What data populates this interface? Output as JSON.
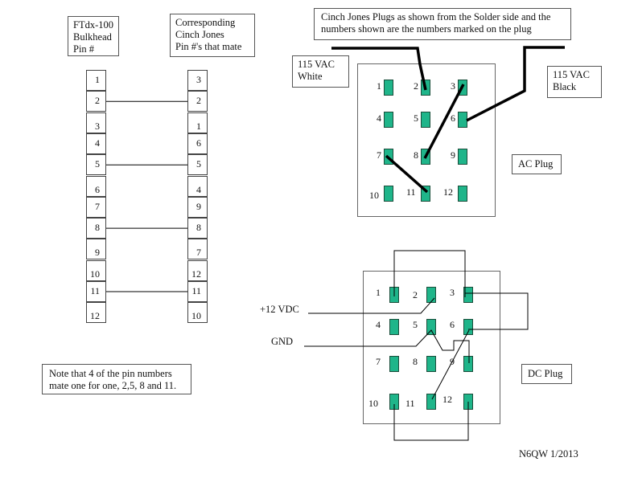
{
  "headers": {
    "left": [
      "FTdx-100",
      "Bulkhead",
      "Pin #"
    ],
    "right": [
      "Corresponding",
      "Cinch Jones",
      "Pin #'s that mate"
    ]
  },
  "pin_table": {
    "left_pins": [
      "1",
      "2",
      "3",
      "4",
      "5",
      "6",
      "7",
      "8",
      "9",
      "10",
      "11",
      "12"
    ],
    "right_pins": [
      "3",
      "2",
      "1",
      "6",
      "5",
      "4",
      "9",
      "8",
      "7",
      "12",
      "11",
      "10"
    ],
    "connected_rows": [
      2,
      5,
      8,
      11
    ]
  },
  "note": [
    "Note that 4 of the pin numbers",
    "mate one for one, 2,5, 8 and 11."
  ],
  "top_note": [
    "Cinch Jones Plugs as shown from the Solder side and the",
    "numbers shown are the numbers marked on the plug"
  ],
  "ac_plug": {
    "title": "AC Plug",
    "white_label": [
      "115 VAC",
      "White"
    ],
    "black_label": [
      "115 VAC",
      "Black"
    ],
    "pins": [
      "1",
      "2",
      "3",
      "4",
      "5",
      "6",
      "7",
      "8",
      "9",
      "10",
      "11",
      "12"
    ],
    "jumpers": [
      [
        "3",
        "8"
      ],
      [
        "7",
        "11"
      ]
    ],
    "white_wire_pin": "2",
    "black_wire_pin": "6"
  },
  "dc_plug": {
    "title": "DC Plug",
    "vdc_label": "+12 VDC",
    "gnd_label": "GND",
    "pins": [
      "1",
      "2",
      "3",
      "4",
      "5",
      "6",
      "7",
      "8",
      "9",
      "10",
      "11",
      "12"
    ],
    "jumpers": [
      [
        "1",
        "3"
      ],
      [
        "3",
        "6"
      ],
      [
        "5",
        "9"
      ],
      [
        "6",
        "11"
      ],
      [
        "10",
        "12"
      ]
    ],
    "vdc_pin": "2",
    "gnd_pin": "5"
  },
  "signature": "N6QW 1/2013",
  "colors": {
    "pin_fill": "#1fb58a",
    "wire": "#000000"
  }
}
